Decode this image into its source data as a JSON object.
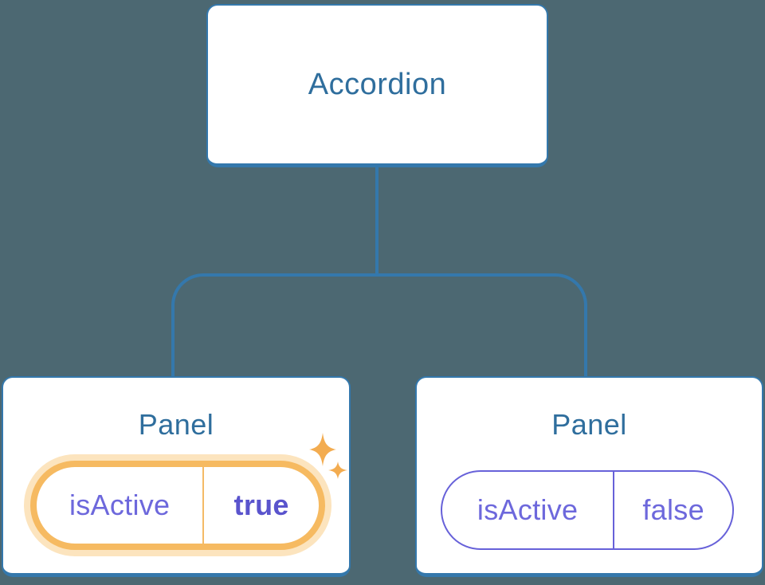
{
  "root_node": {
    "label": "Accordion"
  },
  "left_panel": {
    "title": "Panel",
    "prop_name": "isActive",
    "prop_value": "true",
    "highlighted": true
  },
  "right_panel": {
    "title": "Panel",
    "prop_name": "isActive",
    "prop_value": "false",
    "highlighted": false
  },
  "icons": {
    "sparkle": "sparkle-icon"
  },
  "colors": {
    "background": "#4C6872",
    "node_fill": "#FFFFFF",
    "node_border": "#3478AC",
    "node_text": "#2F6E9D",
    "state_text": "#6D68DC",
    "state_text_bold": "#5A54CD",
    "state_border": "#6761D9",
    "highlight_ring": "#F6BA61",
    "highlight_glow": "#FCE4BE",
    "sparkle": "#F3AC50"
  }
}
